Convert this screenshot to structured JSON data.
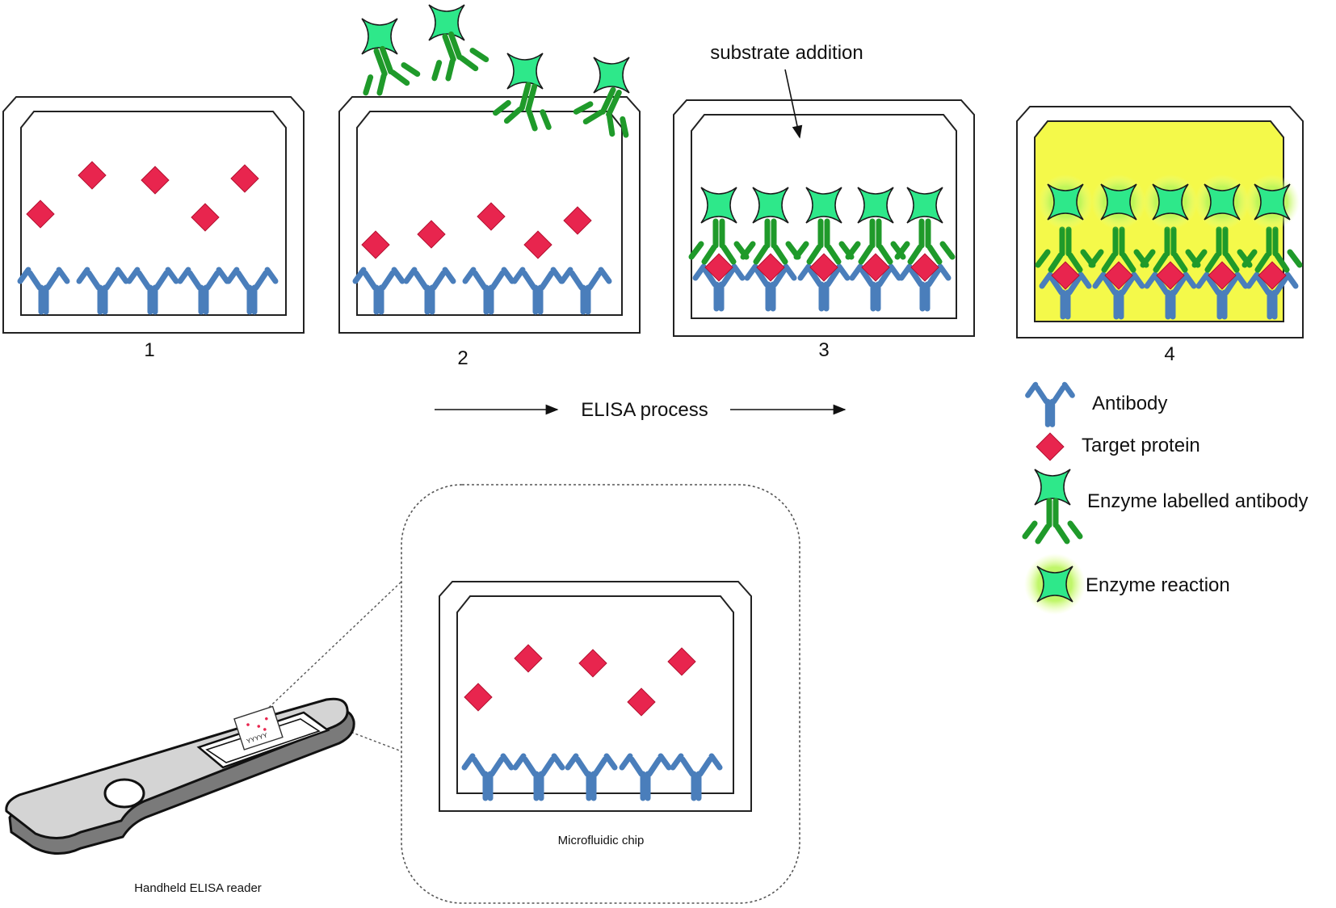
{
  "steps": [
    {
      "label": "1"
    },
    {
      "label": "2"
    },
    {
      "label": "3"
    },
    {
      "label": "4"
    }
  ],
  "process_label": "ELISA process",
  "substrate_label": "substrate addition",
  "legend": {
    "antibody": "Antibody",
    "target_protein": "Target protein",
    "enzyme_labelled_antibody": "Enzyme labelled antibody",
    "enzyme_reaction": "Enzyme reaction"
  },
  "reader_label": "Handheld ELISA reader",
  "chip_label": "Microfluidic chip",
  "colors": {
    "antibody": "#4a7ebb",
    "protein": "#e8254e",
    "enzyme_fill": "#2ee88a",
    "antibody_green": "#1f9a2a",
    "reaction_bg": "#f4f94a",
    "reader_body": "#d4d4d4"
  }
}
